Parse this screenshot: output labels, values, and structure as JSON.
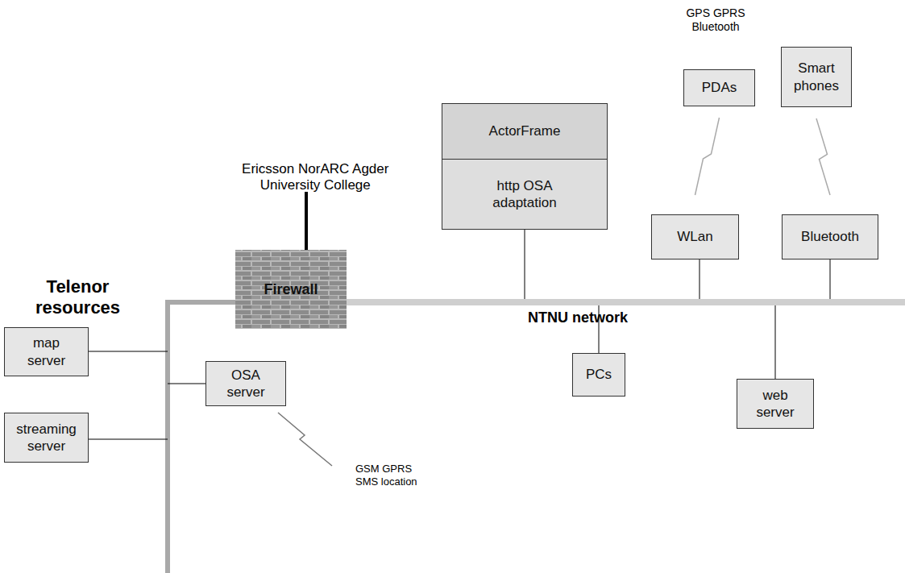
{
  "diagram": {
    "nodes": [
      {
        "text": [
          "ActorFrame"
        ]
      },
      {
        "text": [
          "http OSA adaptation"
        ]
      },
      {
        "text": [
          "PDAs"
        ]
      },
      {
        "text": [
          "Smart phones"
        ]
      },
      {
        "text": [
          "WLan"
        ]
      },
      {
        "text": [
          "Bluetooth"
        ]
      },
      {
        "text": [
          "Firewall"
        ]
      },
      {
        "text": [
          "map server"
        ]
      },
      {
        "text": [
          "OSA server"
        ]
      },
      {
        "text": [
          "streaming server"
        ]
      },
      {
        "text": [
          "PCs"
        ]
      },
      {
        "text": [
          "web server"
        ]
      }
    ],
    "edges": [
      {
        "from": 2,
        "to": 4,
        "arrow": "none"
      },
      {
        "from": 3,
        "to": 5,
        "arrow": "none"
      }
    ],
    "labels": [
      "GPS GPRS Bluetooth",
      "Ericsson NorARC Agder University College",
      "Telenor resources",
      "NTNU network",
      "GSM GPRS SMS location"
    ]
  }
}
